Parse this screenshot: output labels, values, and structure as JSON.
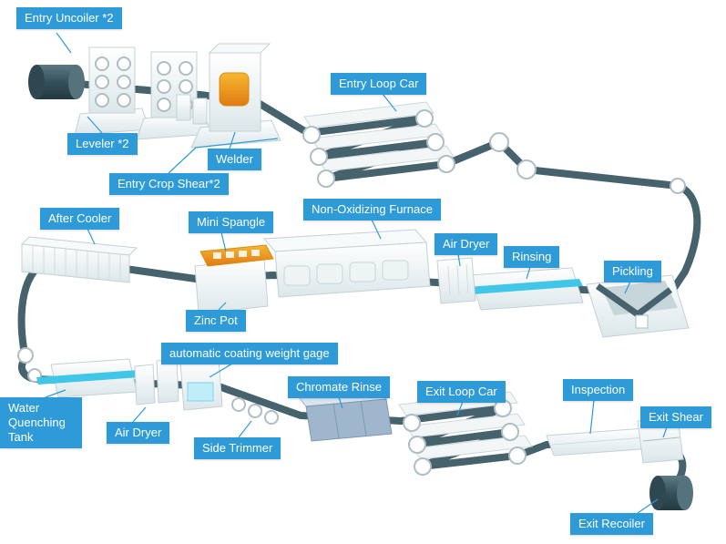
{
  "colors": {
    "accent": "#2e9bd8",
    "strip": "#46626c",
    "water": "#3fc6e8",
    "flame": "#e8891a"
  },
  "labels": {
    "entry_uncoiler": "Entry Uncoiler *2",
    "leveler": "Leveler *2",
    "entry_crop_shear": "Entry Crop Shear*2",
    "welder": "Welder",
    "entry_loop_car": "Entry Loop Car",
    "after_cooler": "After Cooler",
    "mini_spangle": "Mini Spangle",
    "non_oxidizing_furnace": "Non-Oxidizing Furnace",
    "air_dryer_entry": "Air Dryer",
    "rinsing": "Rinsing",
    "pickling": "Pickling",
    "zinc_pot": "Zinc Pot",
    "coating_weight_gage": "automatic coating weight gage",
    "water_quenching_tank": "Water Quenching Tank",
    "air_dryer_exit": "Air Dryer",
    "side_trimmer": "Side Trimmer",
    "chromate_rinse": "Chromate Rinse",
    "exit_loop_car": "Exit Loop Car",
    "inspection": "Inspection",
    "exit_shear": "Exit Shear",
    "exit_recoiler": "Exit Recoiler"
  }
}
